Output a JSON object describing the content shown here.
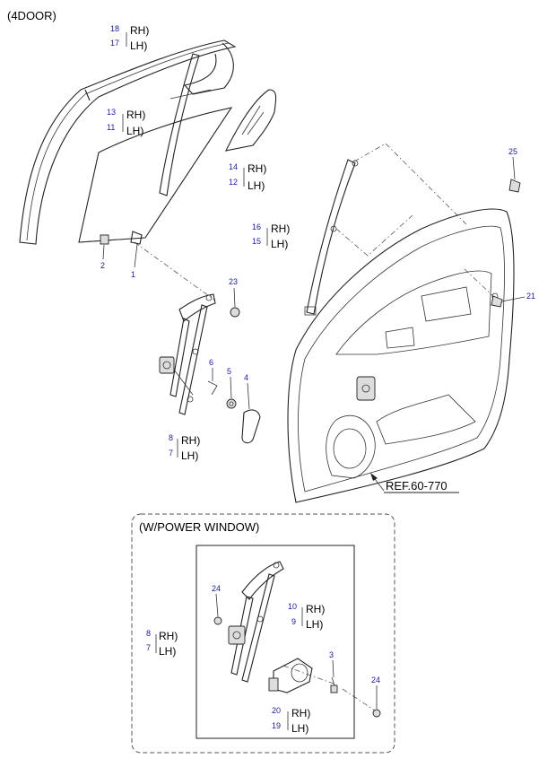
{
  "header": {
    "variant": "(4DOOR)"
  },
  "power_window_box": {
    "title": "(W/POWER WINDOW)"
  },
  "reference": {
    "text": "REF.60-770"
  },
  "callouts": [
    {
      "id": "c18",
      "num": "18",
      "side": "RH)"
    },
    {
      "id": "c17",
      "num": "17",
      "side": "LH)"
    },
    {
      "id": "c13",
      "num": "13",
      "side": "RH)"
    },
    {
      "id": "c11",
      "num": "11",
      "side": "LH)"
    },
    {
      "id": "c14",
      "num": "14",
      "side": "RH)"
    },
    {
      "id": "c12",
      "num": "12",
      "side": "LH)"
    },
    {
      "id": "c16",
      "num": "16",
      "side": "RH)"
    },
    {
      "id": "c15",
      "num": "15",
      "side": "LH)"
    },
    {
      "id": "c8a",
      "num": "8",
      "side": "RH)"
    },
    {
      "id": "c7a",
      "num": "7",
      "side": "LH)"
    },
    {
      "id": "c10",
      "num": "10",
      "side": "RH)"
    },
    {
      "id": "c9",
      "num": "9",
      "side": "LH)"
    },
    {
      "id": "c8b",
      "num": "8",
      "side": "RH)"
    },
    {
      "id": "c7b",
      "num": "7",
      "side": "LH)"
    },
    {
      "id": "c20",
      "num": "20",
      "side": "RH)"
    },
    {
      "id": "c19",
      "num": "19",
      "side": "LH)"
    }
  ],
  "single_numbers": {
    "n25": "25",
    "n21": "21",
    "n23": "23",
    "n2": "2",
    "n1": "1",
    "n6": "6",
    "n5": "5",
    "n4": "4",
    "n24a": "24",
    "n3": "3",
    "n24b": "24"
  }
}
